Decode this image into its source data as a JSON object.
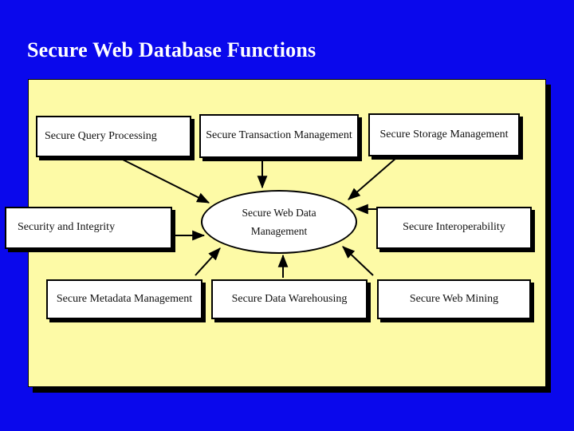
{
  "slide": {
    "background_color": "#0a08ec",
    "title": "Secure Web Database Functions",
    "panel_color": "#fdfaa6"
  },
  "diagram": {
    "type": "hub-and-spoke",
    "hub": {
      "name": "secure-web-data-management",
      "shape": "ellipse",
      "line1": "Secure Web Data",
      "line2": "Management"
    },
    "nodes": [
      {
        "id": "secure-query-processing",
        "label": "Secure Query Processing",
        "row": "top",
        "col": 1,
        "arrow_to_hub": "diagonal-down-right"
      },
      {
        "id": "secure-transaction-management",
        "label": "Secure Transaction Management",
        "row": "top",
        "col": 2,
        "arrow_to_hub": "vertical-down"
      },
      {
        "id": "secure-storage-management",
        "label": "Secure Storage Management",
        "row": "top",
        "col": 3,
        "arrow_to_hub": "diagonal-down-left"
      },
      {
        "id": "security-and-integrity",
        "label": "Security and Integrity",
        "row": "middle",
        "col": 1,
        "arrow_to_hub": "horizontal-right"
      },
      {
        "id": "secure-interoperability",
        "label": "Secure Interoperability",
        "row": "middle",
        "col": 3,
        "arrow_to_hub": "horizontal-left"
      },
      {
        "id": "secure-metadata-management",
        "label": "Secure Metadata Management",
        "row": "bottom",
        "col": 1,
        "arrow_to_hub": "diagonal-up-right"
      },
      {
        "id": "secure-data-warehousing",
        "label": "Secure Data Warehousing",
        "row": "bottom",
        "col": 2,
        "arrow_to_hub": "vertical-up"
      },
      {
        "id": "secure-web-mining",
        "label": "Secure Web Mining",
        "row": "bottom",
        "col": 3,
        "arrow_to_hub": "diagonal-up-left"
      }
    ]
  }
}
